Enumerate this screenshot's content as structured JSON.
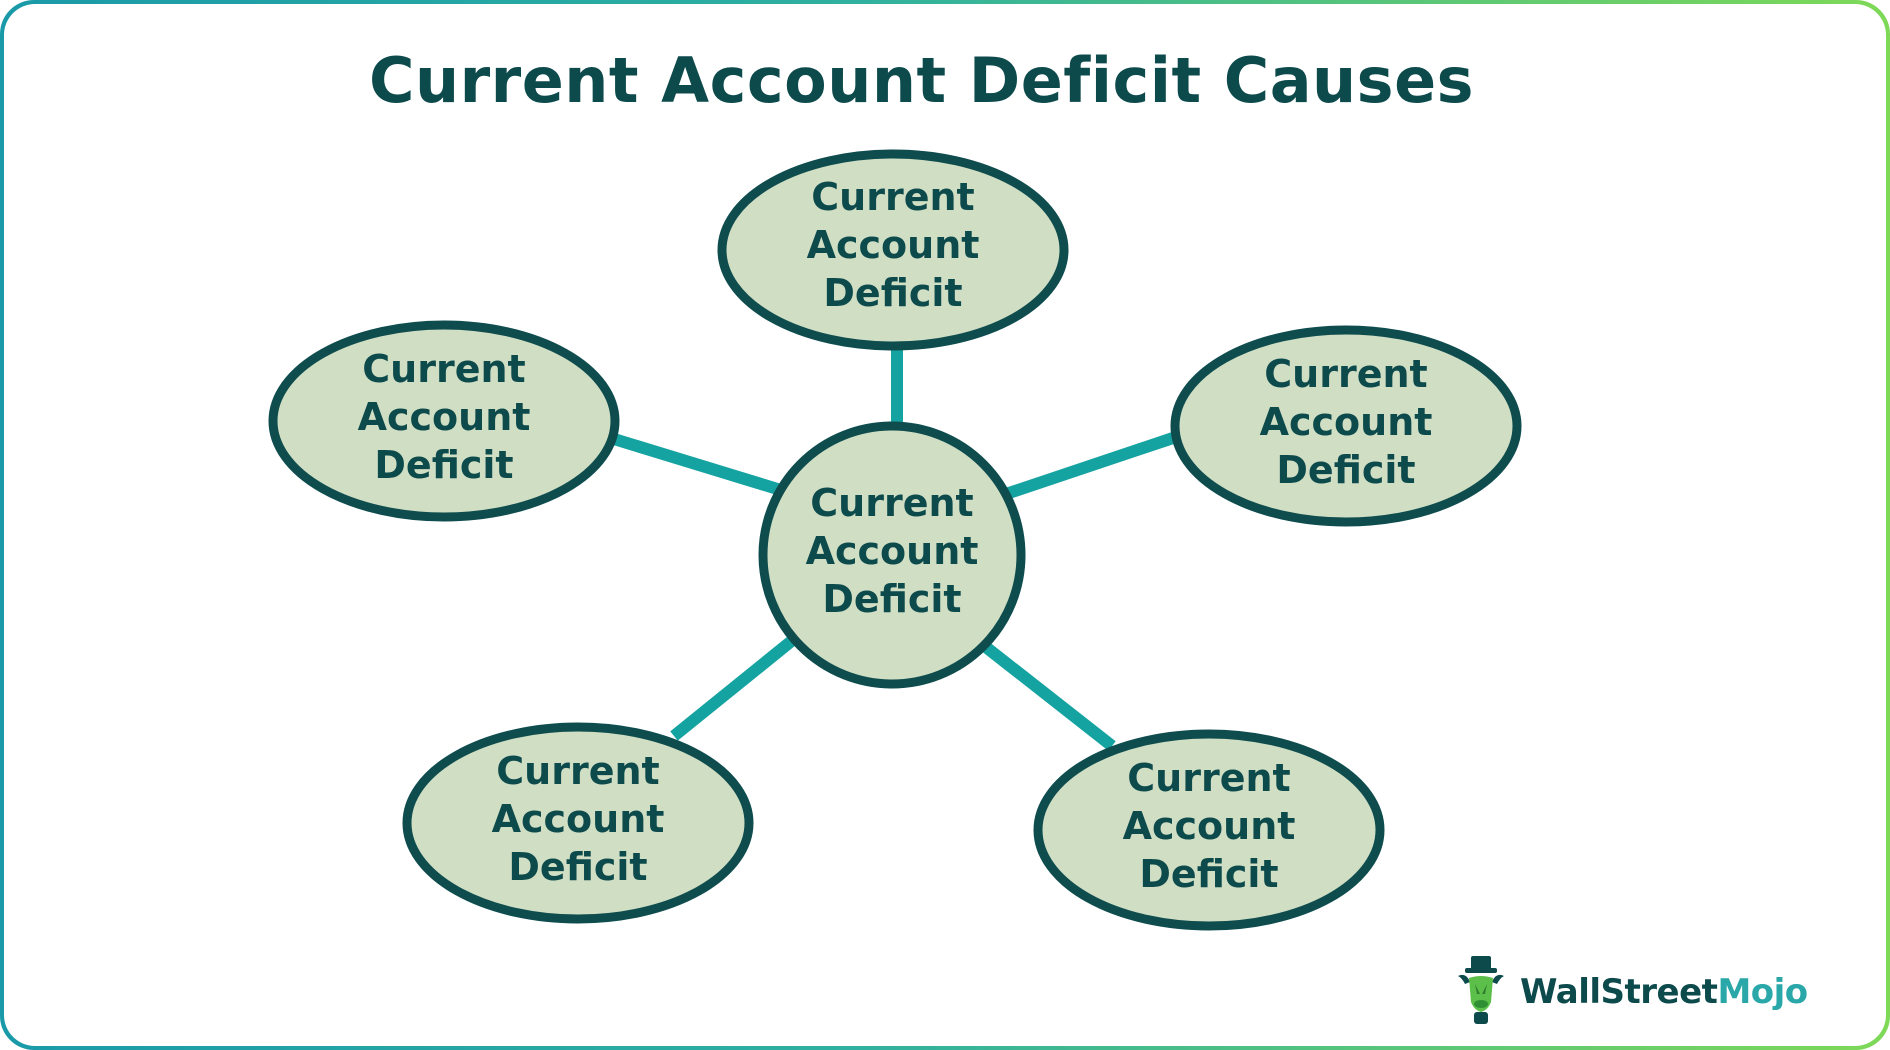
{
  "title": "Current Account Deficit Causes",
  "diagram": {
    "center": {
      "line1": "Current",
      "line2": "Account",
      "line3": "Deficit"
    },
    "nodes": [
      {
        "line1": "Current",
        "line2": "Account",
        "line3": "Deficit"
      },
      {
        "line1": "Current",
        "line2": "Account",
        "line3": "Deficit"
      },
      {
        "line1": "Current",
        "line2": "Account",
        "line3": "Deficit"
      },
      {
        "line1": "Current",
        "line2": "Account",
        "line3": "Deficit"
      },
      {
        "line1": "Current",
        "line2": "Account",
        "line3": "Deficit"
      }
    ]
  },
  "brand": {
    "part1": "WallStreet",
    "part2": "Mojo",
    "icon": "bull-mascot-icon"
  },
  "colors": {
    "node_fill": "#d0dec4",
    "node_stroke": "#0e4c4e",
    "connector": "#14a3a0",
    "title": "#0d4a4c",
    "border_start": "#1a9aa8",
    "border_end": "#7ed957"
  }
}
